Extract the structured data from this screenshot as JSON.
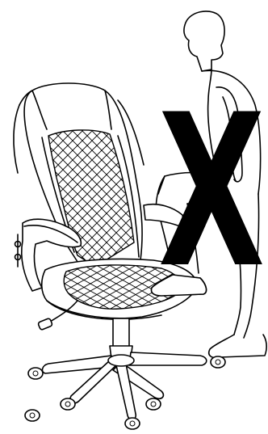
{
  "illustration": {
    "subject": "office-chair",
    "figure": "person-stepping-onto-seat",
    "prohibition_mark": "X"
  },
  "colors": {
    "ink": "#000000",
    "paper": "#ffffff"
  }
}
